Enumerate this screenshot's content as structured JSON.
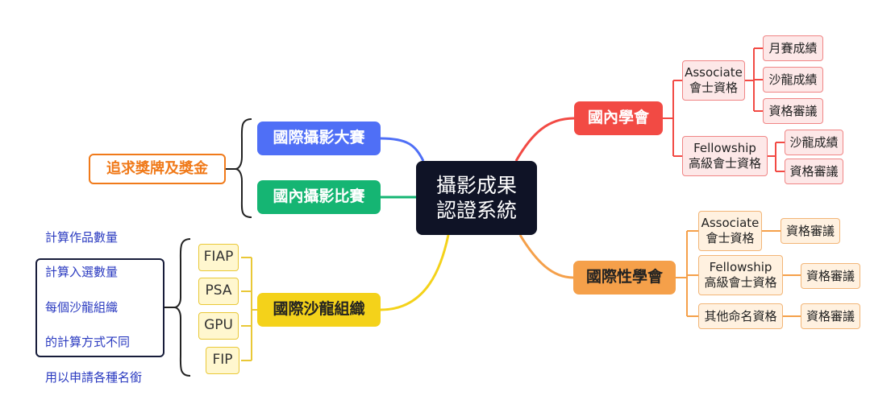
{
  "center": "攝影成果\n認證系統",
  "left": {
    "international_competition": "國際攝影大賽",
    "domestic_competition": "國內攝影比賽",
    "goal": "追求獎牌及獎金",
    "salon_org": "國際沙龍組織",
    "orgs": [
      "FIAP",
      "PSA",
      "GPU",
      "FIP"
    ],
    "note_lines": [
      "計算作品數量",
      "計算入選數量",
      "每個沙龍組織",
      "的計算方式不同",
      "用以申請各種名銜"
    ]
  },
  "right": {
    "domestic_association": {
      "label": "國內學會",
      "associate": {
        "label": "Associate\n會士資格",
        "items": [
          "月賽成績",
          "沙龍成績",
          "資格審議"
        ]
      },
      "fellowship": {
        "label": "Fellowship\n高級會士資格",
        "items": [
          "沙龍成績",
          "資格審議"
        ]
      }
    },
    "international_association": {
      "label": "國際性學會",
      "associate": {
        "label": "Associate\n會士資格",
        "items": [
          "資格審議"
        ]
      },
      "fellowship": {
        "label": "Fellowship\n高級會士資格",
        "items": [
          "資格審議"
        ]
      },
      "other": {
        "label": "其他命名資格",
        "items": [
          "資格審議"
        ]
      }
    }
  },
  "colors": {
    "center": "#0f1326",
    "international_competition": "#4f6ff6",
    "domestic_competition": "#15b573",
    "salon_org": "#f4d21a",
    "domestic_association": "#f24a44",
    "international_association": "#f5a04a",
    "goal": "#f07a1a",
    "note_text": "#2a3ac0"
  }
}
